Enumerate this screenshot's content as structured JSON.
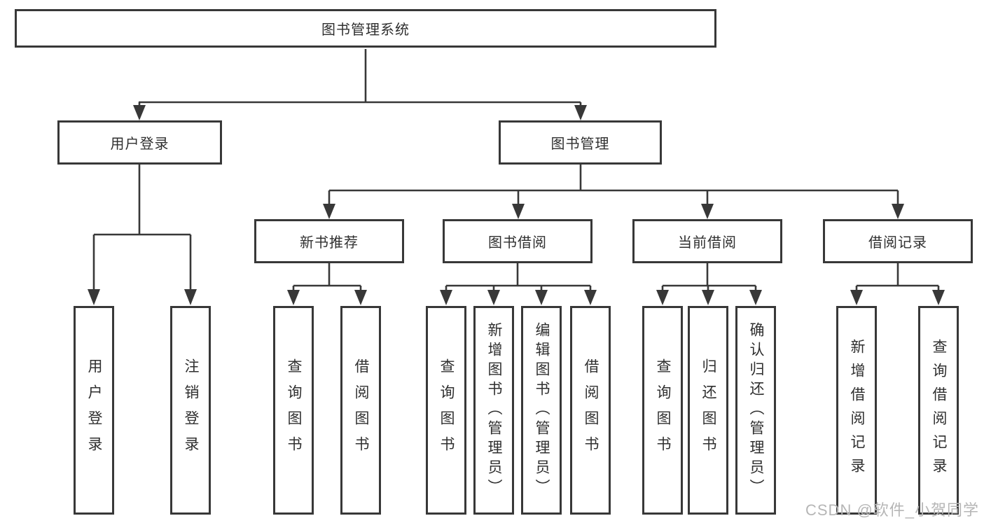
{
  "page": {
    "background": "#ffffff",
    "line_color": "#383838",
    "text_color": "#2f2f2f"
  },
  "watermark": {
    "text": "CSDN @软件_小贺同学",
    "color": "#b6b6b6"
  },
  "tree": {
    "root": {
      "label": "图书管理系统"
    },
    "branches": [
      {
        "label": "用户登录",
        "children": [
          {
            "label": "用户登录"
          },
          {
            "label": "注销登录"
          }
        ]
      },
      {
        "label": "图书管理",
        "children": [
          {
            "label": "新书推荐",
            "children": [
              {
                "label": "查询图书"
              },
              {
                "label": "借阅图书"
              }
            ]
          },
          {
            "label": "图书借阅",
            "children": [
              {
                "label": "查询图书"
              },
              {
                "label": "新增图书（管理员）"
              },
              {
                "label": "编辑图书（管理员）"
              },
              {
                "label": "借阅图书"
              }
            ]
          },
          {
            "label": "当前借阅",
            "children": [
              {
                "label": "查询图书"
              },
              {
                "label": "归还图书"
              },
              {
                "label": "确认归还（管理员）"
              }
            ]
          },
          {
            "label": "借阅记录",
            "children": [
              {
                "label": "新增借阅记录"
              },
              {
                "label": "查询借阅记录"
              }
            ]
          }
        ]
      }
    ]
  }
}
